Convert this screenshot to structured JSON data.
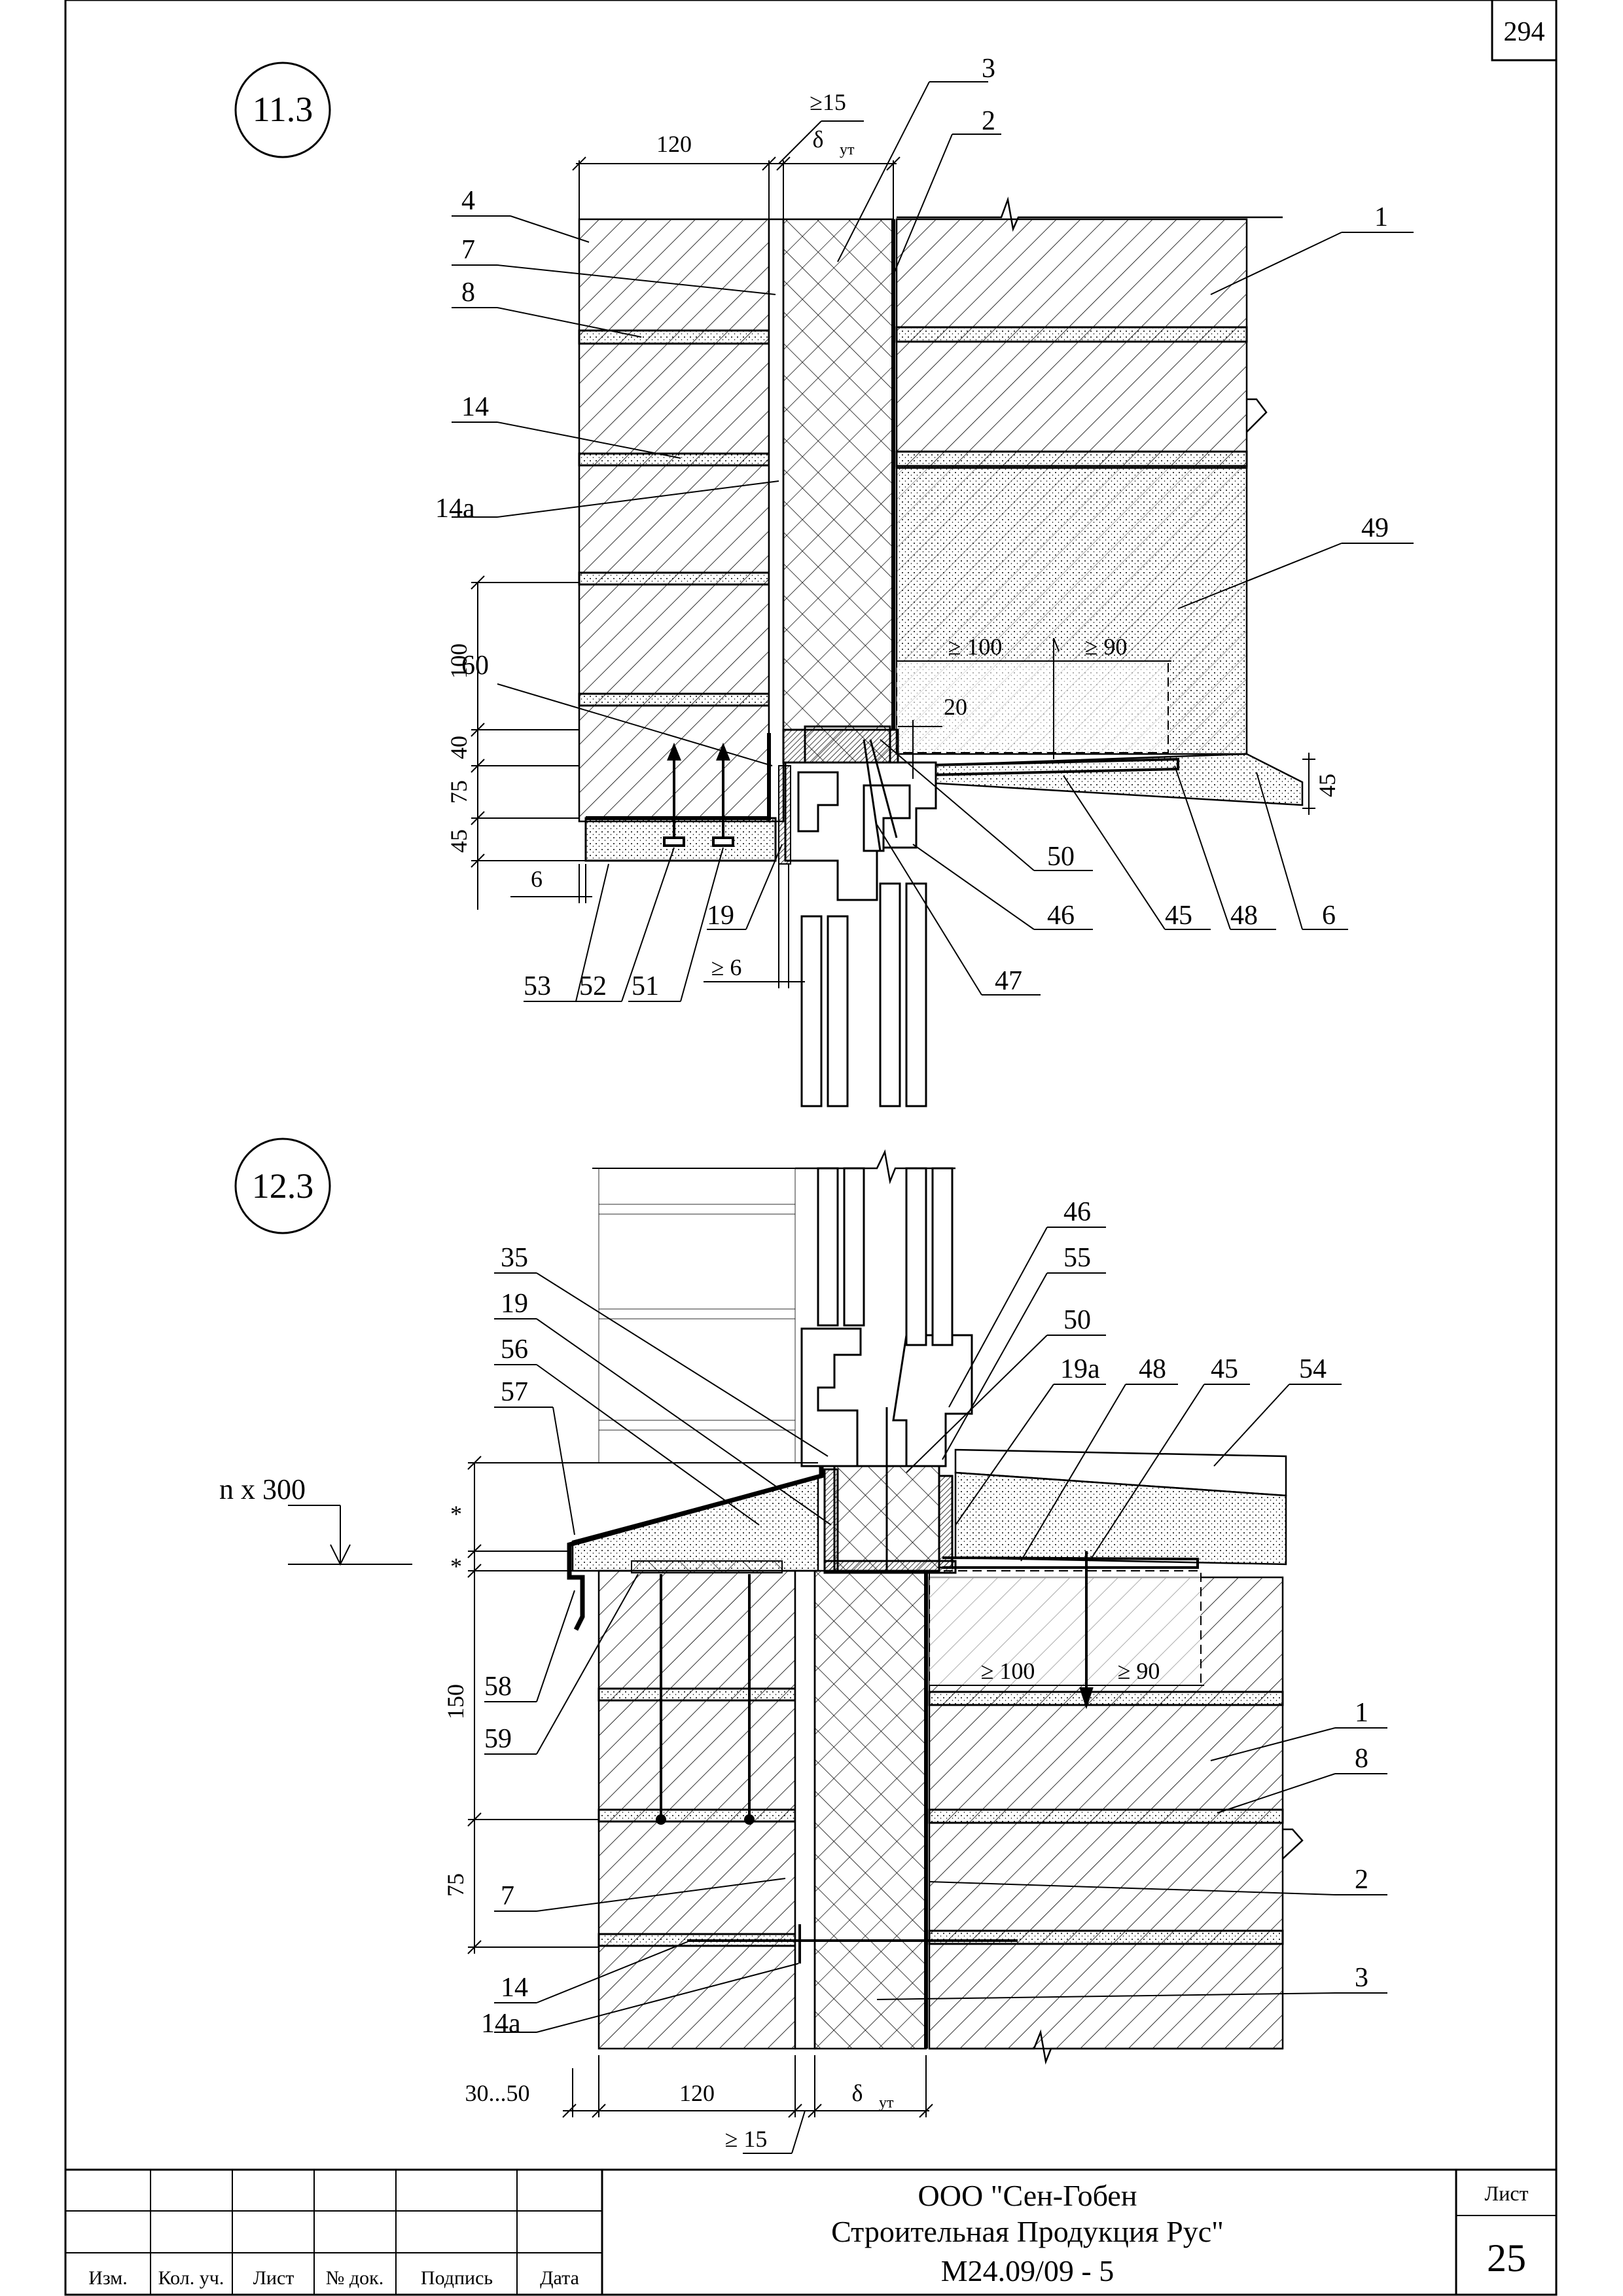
{
  "sheet": {
    "corner_number": "294"
  },
  "detail_11_3": {
    "title": "11.3",
    "dims": {
      "brick_width": "120",
      "gap_min": "≥15",
      "delta_ins": "δ",
      "delta_sub": "ут",
      "h100": "100",
      "h40": "40",
      "h75": "75",
      "h45_left": "45",
      "w6": "6",
      "h45_right": "45",
      "gap6": "≥ 6",
      "min100": "≥ 100",
      "min90": "≥ 90",
      "d20": "20"
    },
    "callouts": [
      "3",
      "2",
      "4",
      "7",
      "8",
      "1",
      "14",
      "14а",
      "49",
      "60",
      "50",
      "46",
      "45",
      "48",
      "6",
      "19",
      "47",
      "53",
      "52",
      "51"
    ]
  },
  "detail_12_3": {
    "title": "12.3",
    "dims": {
      "n300": "n x 300",
      "star1": "*",
      "star2": "*",
      "h150": "150",
      "h75": "75",
      "w3050": "30...50",
      "brick_width": "120",
      "delta_ins": "δ",
      "delta_sub": "ут",
      "gap_min": "≥ 15",
      "min100": "≥ 100",
      "min90": "≥ 90"
    },
    "callouts": [
      "46",
      "55",
      "35",
      "19",
      "50",
      "56",
      "19а",
      "48",
      "45",
      "54",
      "57",
      "58",
      "59",
      "1",
      "8",
      "7",
      "2",
      "14",
      "14а",
      "3"
    ]
  },
  "title_block": {
    "headers": [
      "Изм.",
      "Кол. уч.",
      "Лист",
      "№ док.",
      "Подпись",
      "Дата"
    ],
    "company_line1": "ООО \"Сен-Гобен",
    "company_line2": "Строительная Продукция Рус\"",
    "doc_code": "М24.09/09 - 5",
    "sheet_label": "Лист",
    "sheet_number": "25"
  }
}
